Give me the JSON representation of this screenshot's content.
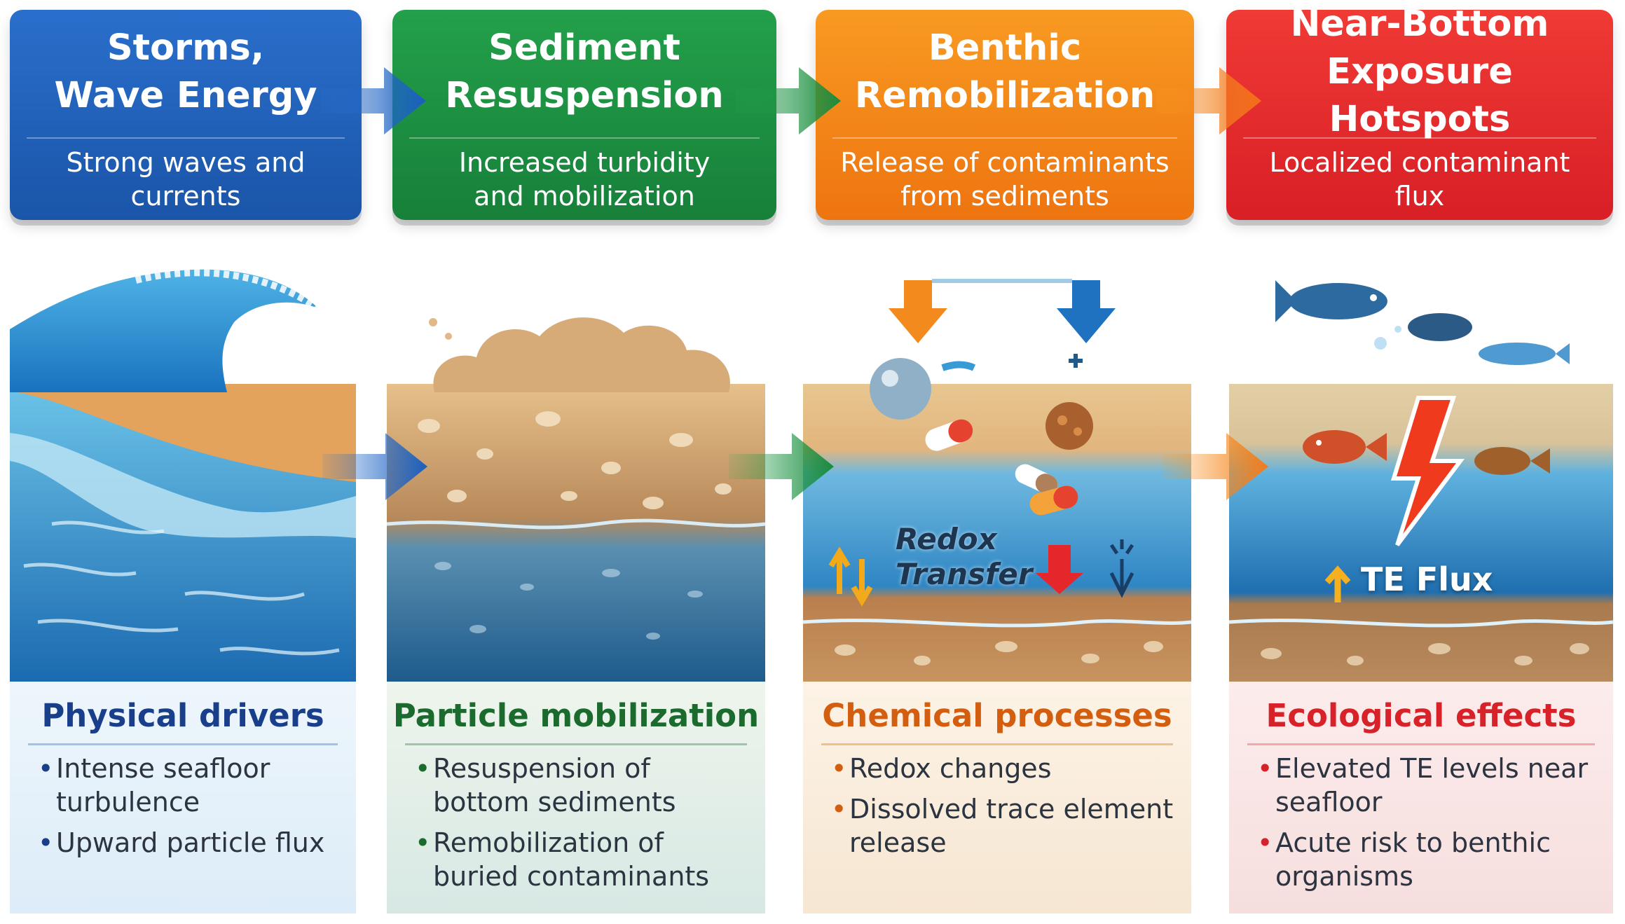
{
  "steps": [
    {
      "title": "Storms,\nWave Energy",
      "subtitle": "Strong waves and currents",
      "color": "#1f5fb5"
    },
    {
      "title": "Sediment\nResuspension",
      "subtitle": "Increased turbidity\nand mobilization",
      "color": "#1b8a3e"
    },
    {
      "title": "Benthic\nRemobilization",
      "subtitle": "Release of contaminants\nfrom sediments",
      "color": "#f07c12"
    },
    {
      "title": "Near-Bottom\nExposure Hotspots",
      "subtitle": "Localized contaminant\nflux",
      "color": "#e0262b"
    }
  ],
  "illustration": {
    "redox_label_line1": "Redox",
    "redox_label_line2": "Transfer",
    "te_flux_label": "TE Flux"
  },
  "categories": [
    {
      "title": "Physical drivers",
      "title_color": "#1a3f8a",
      "bullets": [
        "Intense seafloor turbulence",
        "Upward particle flux"
      ]
    },
    {
      "title": "Particle mobilization",
      "title_color": "#1c6b2e",
      "bullets": [
        "Resuspension of bottom sediments",
        "Remobilization of buried contaminants"
      ]
    },
    {
      "title": "Chemical processes",
      "title_color": "#d35e10",
      "bullets": [
        "Redox changes",
        "Dissolved trace element release"
      ]
    },
    {
      "title": "Ecological effects",
      "title_color": "#d8222a",
      "bullets": [
        "Elevated TE levels near seafloor",
        "Acute risk to benthic organisms"
      ]
    }
  ]
}
